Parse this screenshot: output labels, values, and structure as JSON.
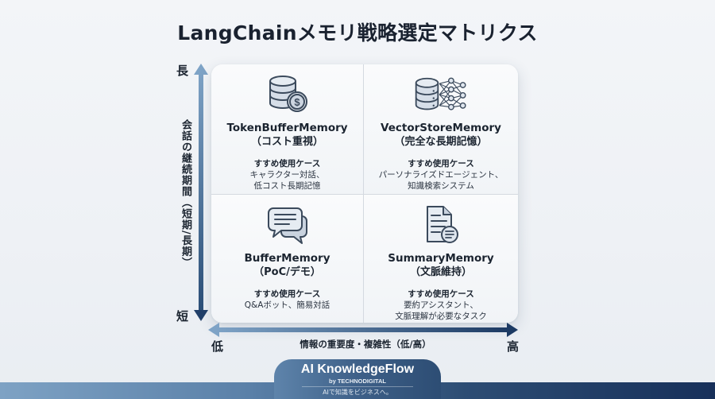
{
  "title": "LangChainメモリ戦略選定マトリクス",
  "y_axis": {
    "title": "会話の継続期間（短期/長期）",
    "top_label": "長",
    "bottom_label": "短"
  },
  "x_axis": {
    "title": "情報の重要度・複雑性（低/高）",
    "left_label": "低",
    "right_label": "高"
  },
  "quadrants": [
    {
      "position": "top-left",
      "icon": "database-coin-icon",
      "name": "TokenBufferMemory",
      "subtitle": "（コスト重視）",
      "case_label": "すすめ使用ケース",
      "cases": [
        "キャラクター対話、",
        "低コスト長期記憶"
      ]
    },
    {
      "position": "top-right",
      "icon": "database-neural-network-icon",
      "name": "VectorStoreMemory",
      "subtitle": "（完全な長期記憶）",
      "case_label": "すすめ使用ケース",
      "cases": [
        "パーソナライズドエージェント、",
        "知識検索システム"
      ]
    },
    {
      "position": "bottom-left",
      "icon": "chat-bubbles-icon",
      "name": "BufferMemory",
      "subtitle": "（PoC/デモ）",
      "case_label": "すすめ使用ケース",
      "cases": [
        "Q&Aボット、簡易対話"
      ]
    },
    {
      "position": "bottom-right",
      "icon": "document-summary-icon",
      "name": "SummaryMemory",
      "subtitle": "（文脈維持）",
      "case_label": "すすめ使用ケース",
      "cases": [
        "要約アシスタント、",
        "文脈理解が必要なタスク"
      ]
    }
  ],
  "footer": {
    "brand": "AI KnowledgeFlow",
    "by": "by TECHNODIGITAL",
    "tagline": "AIで知識をビジネスへ。"
  },
  "colors": {
    "axis_light": "#7ea3c6",
    "axis_dark": "#1c3a63",
    "text": "#1b2430",
    "icon_stroke": "#3b4a5c",
    "icon_fill": "#d6dee8"
  }
}
